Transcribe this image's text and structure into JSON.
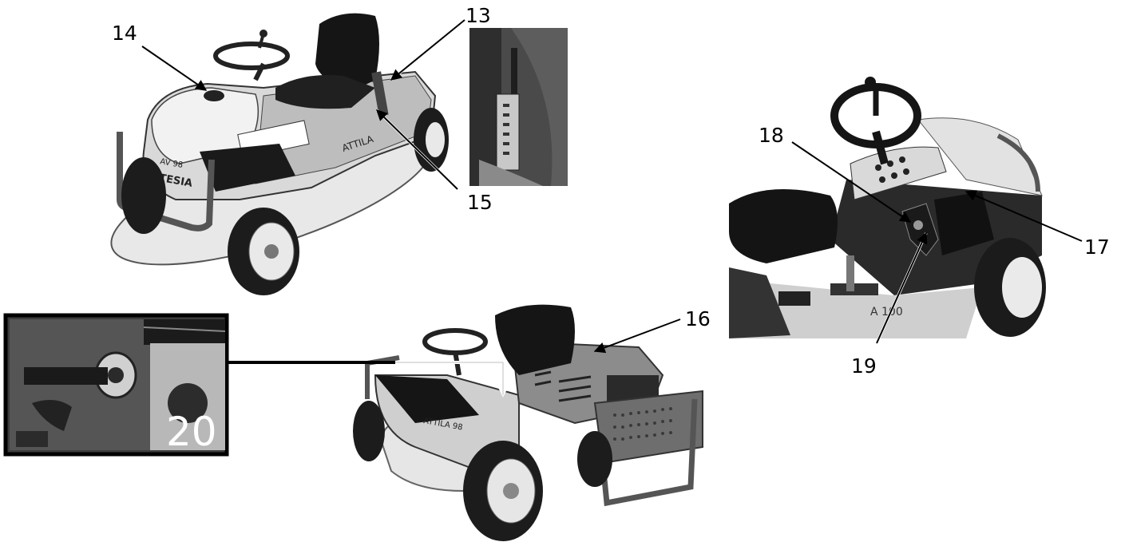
{
  "labels": {
    "l13": "13",
    "l14": "14",
    "l15": "15",
    "l16": "16",
    "l17": "17",
    "l18": "18",
    "l19": "19",
    "l20": "20"
  },
  "decals": {
    "model_front": "AV 98",
    "brand_front": "ETESIA",
    "side_name": "ATTILA",
    "side_name_rear": "ATTILA 98",
    "dash_model": "A 100"
  }
}
